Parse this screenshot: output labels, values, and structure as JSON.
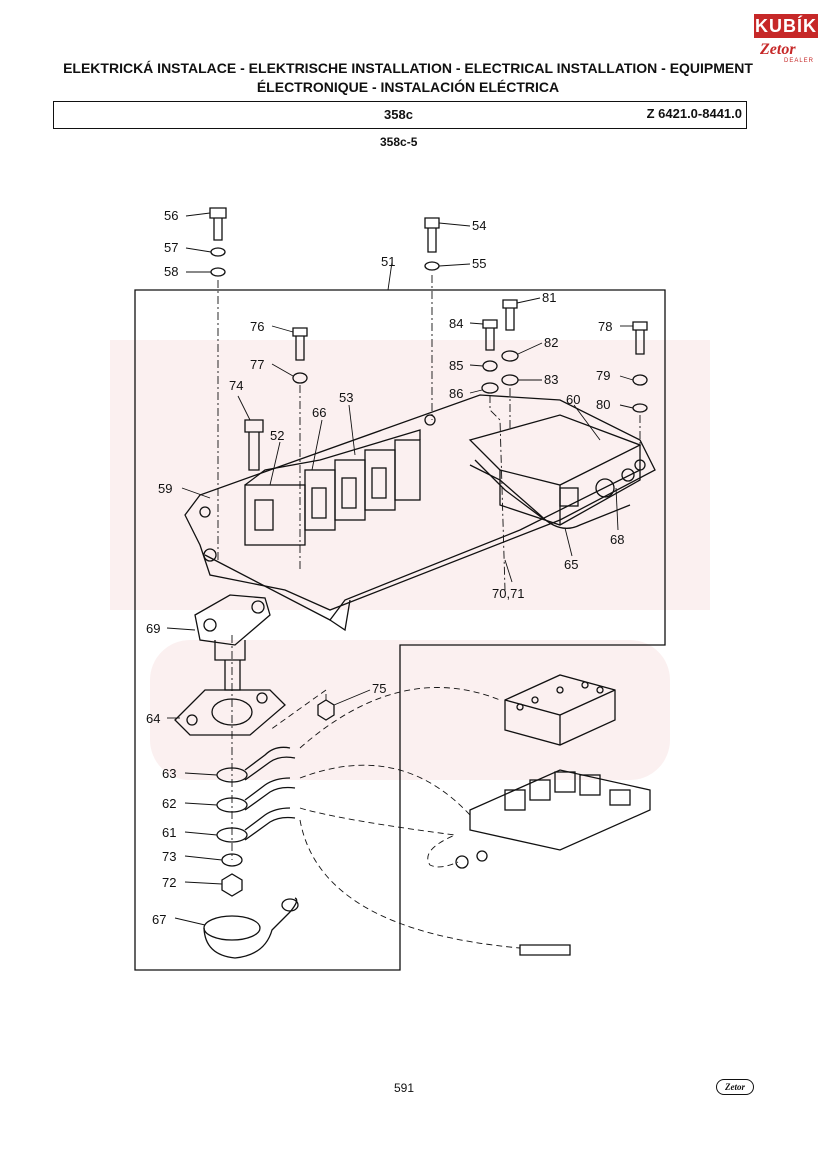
{
  "header": {
    "logo_text": "KUBÍK",
    "logo_brand": "Zetor",
    "logo_dealer": "DEALER",
    "title_line1": "ELEKTRICKÁ INSTALACE - ELEKTRISCHE INSTALLATION - ELECTRICAL INSTALLATION - EQUIPMENT",
    "title_line2": "ÉLECTRONIQUE - INSTALACIÓN ELÉCTRICA",
    "section_code": "358c",
    "model_range": "Z 6421.0-8441.0",
    "figure_code": "358c-5"
  },
  "callouts": [
    {
      "id": "56",
      "label": "56"
    },
    {
      "id": "57",
      "label": "57"
    },
    {
      "id": "58",
      "label": "58"
    },
    {
      "id": "54",
      "label": "54"
    },
    {
      "id": "55",
      "label": "55"
    },
    {
      "id": "51",
      "label": "51"
    },
    {
      "id": "81",
      "label": "81"
    },
    {
      "id": "84",
      "label": "84"
    },
    {
      "id": "82",
      "label": "82"
    },
    {
      "id": "85",
      "label": "85"
    },
    {
      "id": "83",
      "label": "83"
    },
    {
      "id": "86",
      "label": "86"
    },
    {
      "id": "76",
      "label": "76"
    },
    {
      "id": "77",
      "label": "77"
    },
    {
      "id": "78",
      "label": "78"
    },
    {
      "id": "79",
      "label": "79"
    },
    {
      "id": "80",
      "label": "80"
    },
    {
      "id": "74",
      "label": "74"
    },
    {
      "id": "66",
      "label": "66"
    },
    {
      "id": "53",
      "label": "53"
    },
    {
      "id": "52",
      "label": "52"
    },
    {
      "id": "60",
      "label": "60"
    },
    {
      "id": "59",
      "label": "59"
    },
    {
      "id": "68",
      "label": "68"
    },
    {
      "id": "65",
      "label": "65"
    },
    {
      "id": "70_71",
      "label": "70,71"
    },
    {
      "id": "69",
      "label": "69"
    },
    {
      "id": "75",
      "label": "75"
    },
    {
      "id": "64",
      "label": "64"
    },
    {
      "id": "63",
      "label": "63"
    },
    {
      "id": "62",
      "label": "62"
    },
    {
      "id": "61",
      "label": "61"
    },
    {
      "id": "73",
      "label": "73"
    },
    {
      "id": "72",
      "label": "72"
    },
    {
      "id": "67",
      "label": "67"
    }
  ],
  "footer": {
    "page_number": "591",
    "brand_mark": "Zetor"
  }
}
